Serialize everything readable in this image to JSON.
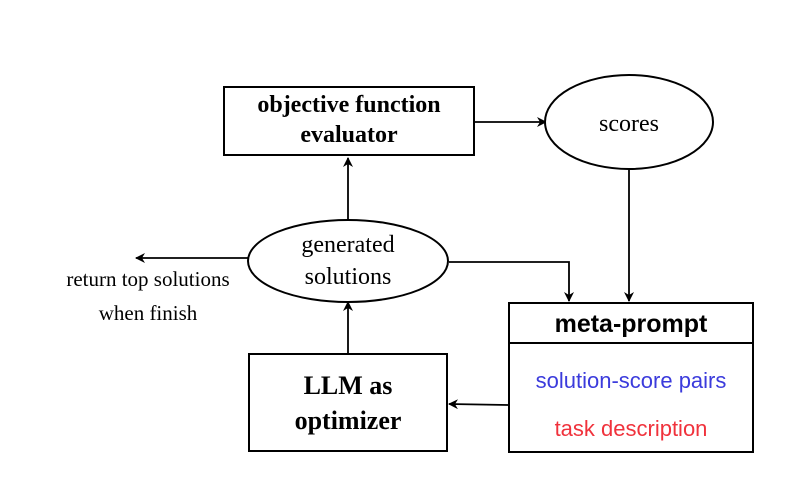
{
  "nodes": {
    "evaluator": {
      "line1": "objective function",
      "line2": "evaluator"
    },
    "scores": {
      "label": "scores"
    },
    "generated": {
      "line1": "generated",
      "line2": "solutions"
    },
    "return_note": {
      "line1": "return top solutions",
      "line2": "when finish"
    },
    "llm": {
      "line1": "LLM as",
      "line2": "optimizer"
    },
    "meta_prompt": {
      "title": "meta-prompt",
      "item1": "solution-score pairs",
      "item2": "task description"
    }
  },
  "colors": {
    "line": "#000000",
    "solution_pairs_text": "#3b3bdc",
    "task_description_text": "#f0323c"
  }
}
